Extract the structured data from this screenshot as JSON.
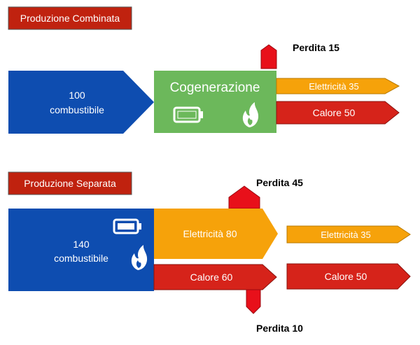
{
  "combined": {
    "section_label": "Produzione Combinata",
    "fuel_value": "100",
    "fuel_label": "combustibile",
    "unit_title": "Cogenerazione",
    "loss_label": "Perdita 15",
    "electricity_label": "Elettricità 35",
    "heat_label": "Calore 50"
  },
  "separate": {
    "section_label": "Produzione Separata",
    "fuel_value": "140",
    "fuel_label": "combustibile",
    "loss_top_label": "Perdita 45",
    "loss_bottom_label": "Perdita 10",
    "electricity_in_label": "Elettricità 80",
    "heat_in_label": "Calore 60",
    "electricity_out_label": "Elettricità 35",
    "heat_out_label": "Calore 50"
  },
  "icons": {
    "battery": "battery-icon",
    "flame": "flame-icon"
  },
  "colors": {
    "section_tag": "#c0220f",
    "fuel_blue": "#0e4db0",
    "cogen_green": "#6cb85b",
    "electricity_orange": "#f6a20a",
    "heat_red": "#d6231a",
    "loss_red": "#e8101a"
  }
}
